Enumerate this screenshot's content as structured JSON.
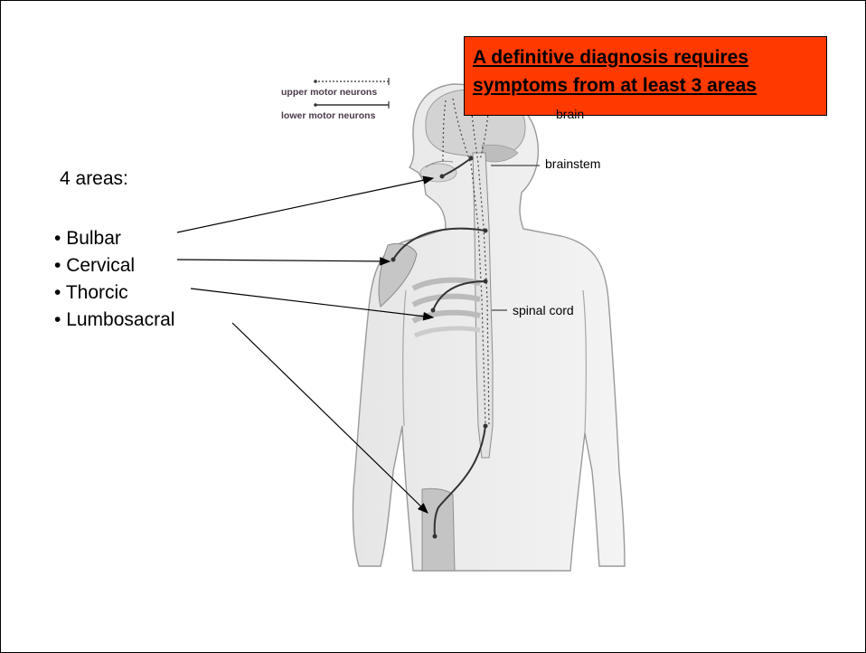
{
  "callout": {
    "line1": "A definitive diagnosis requires",
    "line2": "symptoms from at least 3 areas",
    "color": "#ff3a00"
  },
  "legend": {
    "upper": "upper motor neurons",
    "lower": "lower motor neurons"
  },
  "areas": {
    "title": "4 areas:",
    "items": [
      "Bulbar",
      "Cervical",
      "Thorcic",
      "Lumbosacral"
    ]
  },
  "labels": {
    "brain": "brain",
    "brainstem": "brainstem",
    "spinal_cord": "spinal cord"
  }
}
